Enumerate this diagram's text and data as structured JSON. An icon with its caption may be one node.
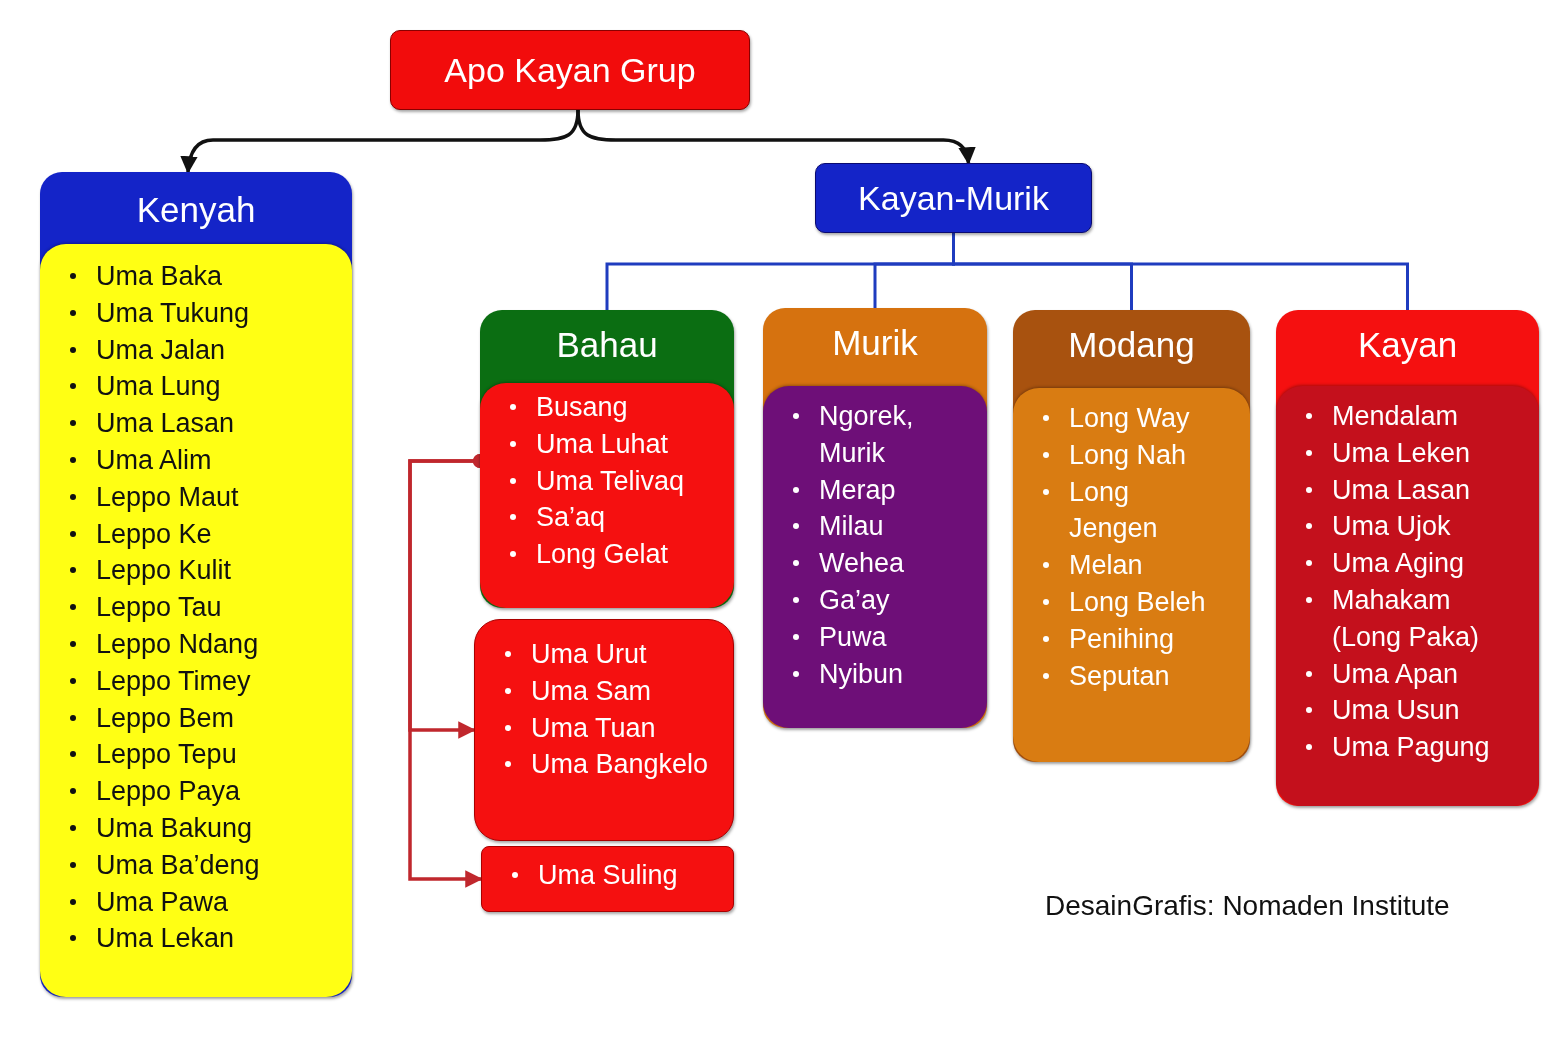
{
  "diagram": {
    "nodes": [
      {
        "text": [
          "Apo Kayan Grup"
        ]
      },
      {
        "text": [
          "Kenyah",
          "Uma Baka",
          "Uma Tukung",
          "Uma Jalan",
          "Uma Lung",
          "Uma Lasan",
          "Uma Alim",
          "Leppo Maut",
          "Leppo Ke",
          "Leppo Kulit",
          "Leppo Tau",
          "Leppo Ndang",
          "Leppo Timey",
          "Leppo Bem",
          "Leppo Tepu",
          "Leppo Paya",
          "Uma Bakung",
          "Uma Ba’deng",
          "Uma Pawa",
          "Uma Lekan"
        ]
      },
      {
        "text": [
          "Kayan-Murik"
        ]
      },
      {
        "text": [
          "Bahau",
          "Busang",
          "Uma Luhat",
          "Uma Telivaq",
          "Sa’aq",
          "Long Gelat"
        ]
      },
      {
        "text": [
          "Uma Urut",
          "Uma Sam",
          "Uma Tuan",
          "Uma Bangkelo"
        ]
      },
      {
        "text": [
          "Uma Suling"
        ]
      },
      {
        "text": [
          "Murik",
          "Ngorek, Murik",
          "Merap",
          "Milau",
          "Wehea",
          "Ga’ay",
          "Puwa",
          "Nyibun"
        ]
      },
      {
        "text": [
          "Modang",
          "Long Way",
          "Long Nah",
          "Long Jengen",
          "Melan",
          "Long Beleh",
          "Penihing",
          "Seputan"
        ]
      },
      {
        "text": [
          "Kayan",
          "Mendalam",
          "Uma Leken",
          "Uma Lasan",
          "Uma Ujok",
          "Uma Aging",
          "Mahakam (Long Paka)",
          "Uma Apan",
          "Uma Usun",
          "Uma Pagung"
        ]
      }
    ],
    "edges": [
      {
        "from": 0,
        "to": 1,
        "arrow": "to",
        "color": "#111111"
      },
      {
        "from": 0,
        "to": 2,
        "arrow": "to",
        "color": "#111111"
      },
      {
        "from": 2,
        "to": 3,
        "arrow": "none"
      },
      {
        "from": 2,
        "to": 6,
        "arrow": "none"
      },
      {
        "from": 2,
        "to": 7,
        "arrow": "none"
      },
      {
        "from": 2,
        "to": 8,
        "arrow": "none"
      },
      {
        "from": 3,
        "to": 4,
        "arrow": "to",
        "color": "#c0272d"
      },
      {
        "from": 3,
        "to": 5,
        "arrow": "to",
        "color": "#c0272d"
      }
    ],
    "labels": [
      "DesainGrafis: Nomaden Institute"
    ]
  }
}
